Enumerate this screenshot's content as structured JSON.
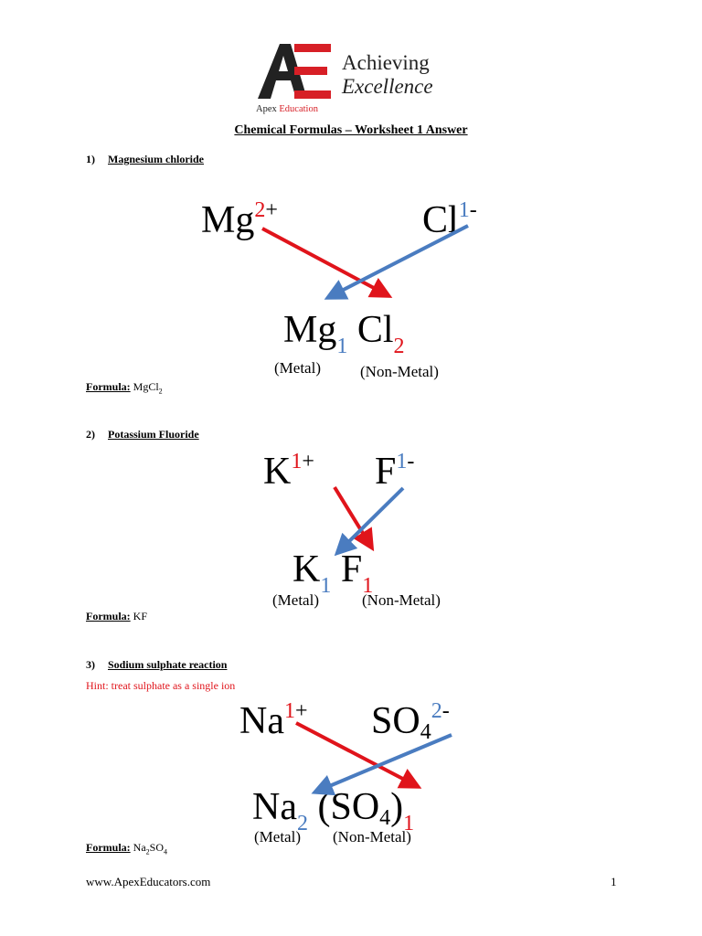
{
  "logo": {
    "line1": "Achieving",
    "line2": "Excellence",
    "sub_part1": "Apex",
    "sub_part2": "Education"
  },
  "title": "Chemical Formulas – Worksheet 1 Answer",
  "questions": [
    {
      "number": "1)",
      "title": "Magnesium chloride",
      "cation": {
        "symbol": "Mg",
        "charge_num": "2",
        "charge_sign": "+"
      },
      "anion": {
        "symbol": "Cl",
        "charge_num": "1",
        "charge_sign": "-"
      },
      "result": {
        "metal": "Mg",
        "metal_sub": "1",
        "nonmetal": "Cl",
        "nonmetal_sub": "2"
      },
      "metal_label": "(Metal)",
      "nonmetal_label": "(Non-Metal)",
      "formula_label": "Formula:",
      "formula_main": "MgCl",
      "formula_sub": "2"
    },
    {
      "number": "2)",
      "title": "Potassium Fluoride",
      "cation": {
        "symbol": "K",
        "charge_num": "1",
        "charge_sign": "+"
      },
      "anion": {
        "symbol": "F",
        "charge_num": "1",
        "charge_sign": "-"
      },
      "result": {
        "metal": "K",
        "metal_sub": "1",
        "nonmetal": "F",
        "nonmetal_sub": "1"
      },
      "metal_label": "(Metal)",
      "nonmetal_label": "(Non-Metal)",
      "formula_label": "Formula:",
      "formula_main": "KF"
    },
    {
      "number": "3)",
      "title": "Sodium sulphate reaction",
      "hint": "Hint: treat sulphate as a single ion",
      "cation": {
        "symbol": "Na",
        "charge_num": "1",
        "charge_sign": "+"
      },
      "anion": {
        "symbol": "SO",
        "symbol_sub": "4",
        "charge_num": "2",
        "charge_sign": "-"
      },
      "result": {
        "metal": "Na",
        "metal_sub": "2",
        "open": "(SO",
        "inner_sub": "4",
        "close": ")",
        "nonmetal_sub": "1"
      },
      "metal_label": "(Metal)",
      "nonmetal_label": "(Non-Metal)",
      "formula_label": "Formula:",
      "formula_p1": "Na",
      "formula_s1": "2",
      "formula_p2": "SO",
      "formula_s2": "4"
    }
  ],
  "footer": {
    "website": "www.ApexEducators.com",
    "page": "1"
  },
  "colors": {
    "red": "#e0141b",
    "blue": "#4a7cc0"
  }
}
